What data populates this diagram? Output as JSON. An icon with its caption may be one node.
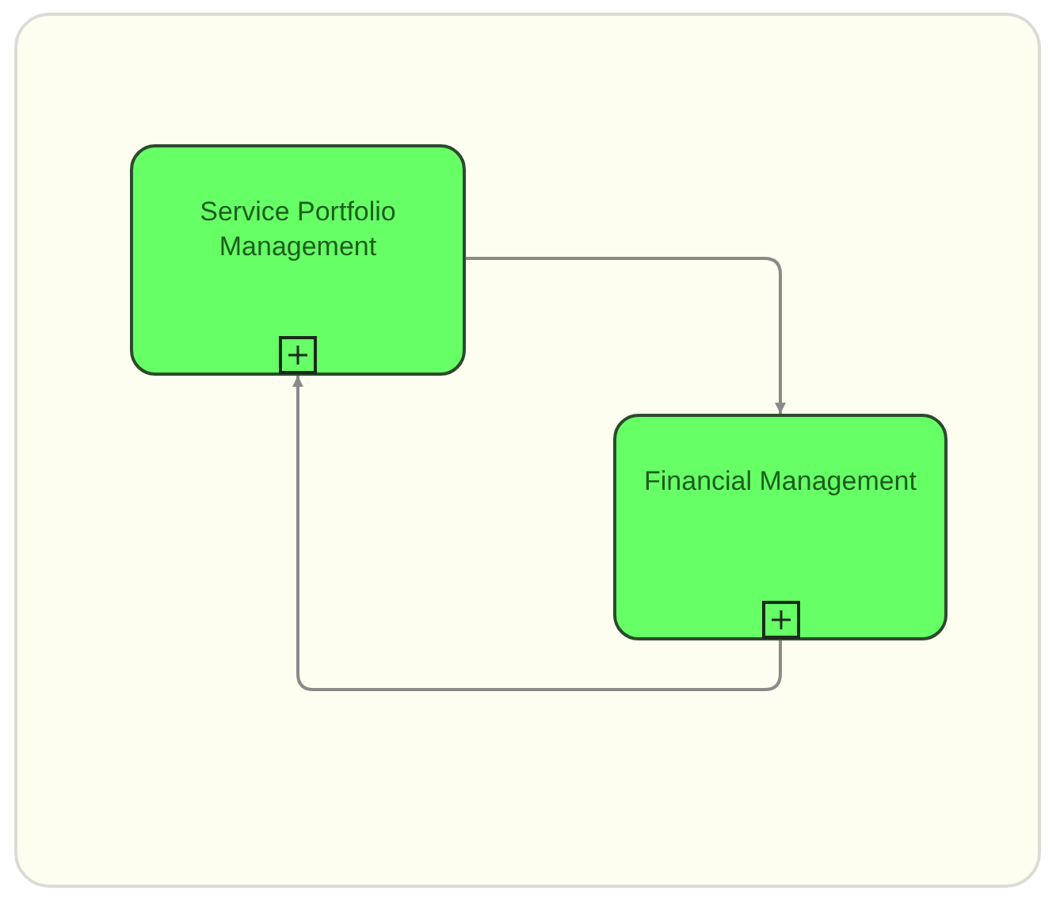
{
  "diagram": {
    "nodes": [
      {
        "text": [
          "Service Portfolio Management"
        ]
      },
      {
        "text": [
          "Financial Management"
        ]
      }
    ],
    "edges": [
      {
        "from": 0,
        "to": 1,
        "arrow": "to"
      },
      {
        "from": 1,
        "to": 0,
        "arrow": "to"
      }
    ]
  }
}
